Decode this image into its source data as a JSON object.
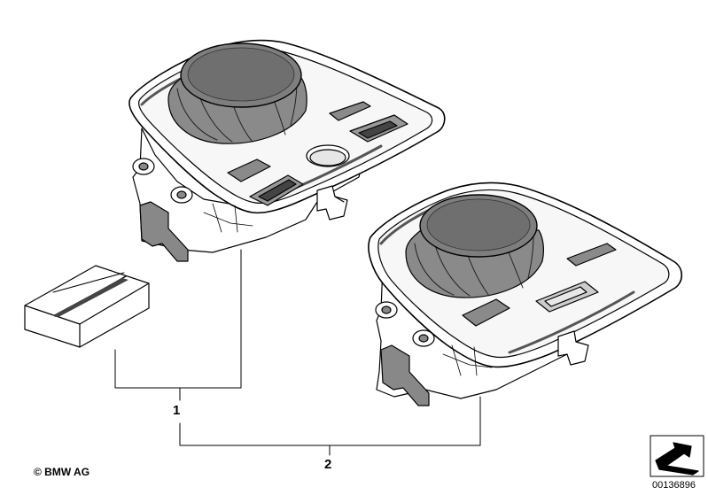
{
  "callouts": [
    {
      "number": "1"
    },
    {
      "number": "2"
    }
  ],
  "footer": {
    "copyright": "© BMW AG",
    "diagram_code": "00136896"
  },
  "icons": {
    "corner_arrow": "arrow-corner-icon"
  }
}
